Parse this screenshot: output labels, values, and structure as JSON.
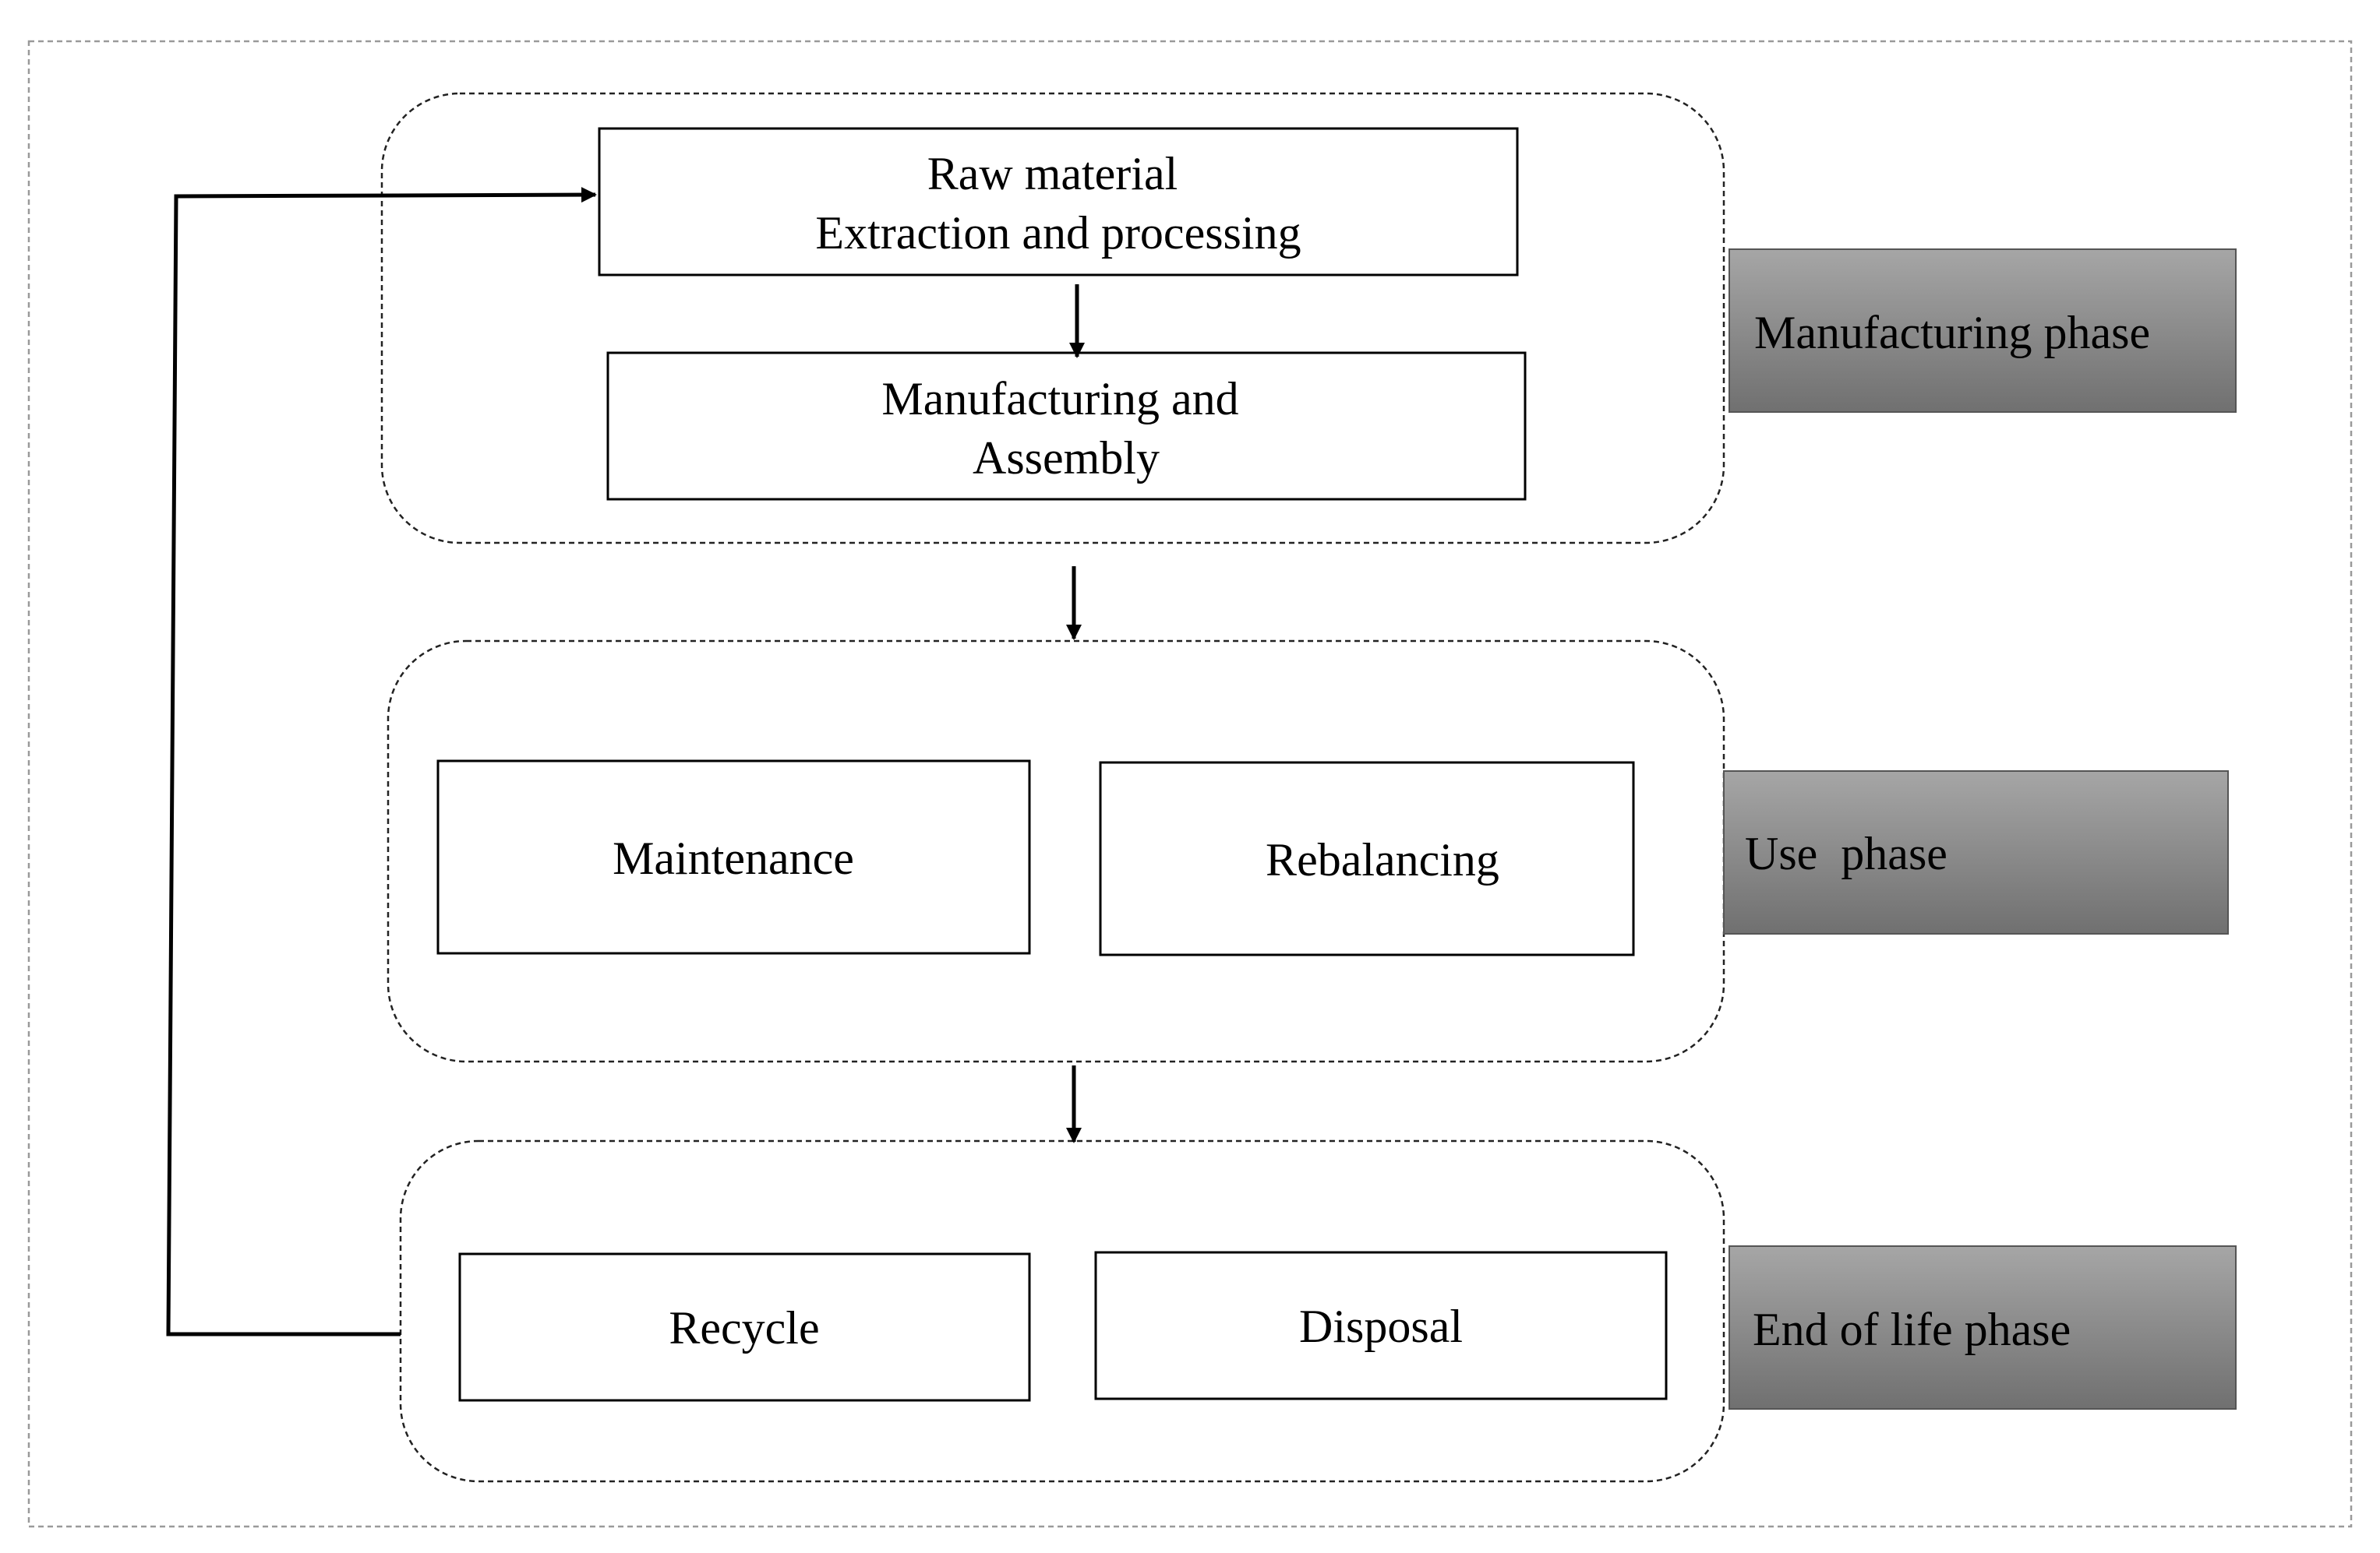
{
  "colors": {
    "phase_gradient_top": "#a6a6a6",
    "phase_gradient_bottom": "#707070",
    "line": "#000000"
  },
  "nodes": {
    "raw_material": [
      "Raw material",
      "Extraction and processing"
    ],
    "manufacturing_assembly": [
      "Manufacturing and",
      "Assembly"
    ],
    "maintenance": "Maintenance",
    "rebalancing": "Rebalancing",
    "recycle": "Recycle",
    "disposal": "Disposal"
  },
  "phases": {
    "manufacturing": "Manufacturing phase",
    "use": "Use  phase",
    "end_of_life": "End of life phase"
  },
  "edges": [
    {
      "from": "raw_material",
      "to": "manufacturing_assembly"
    },
    {
      "from": "manufacturing_group",
      "to": "use_group"
    },
    {
      "from": "use_group",
      "to": "end_of_life_group"
    },
    {
      "from": "end_of_life_group",
      "to": "raw_material"
    }
  ]
}
